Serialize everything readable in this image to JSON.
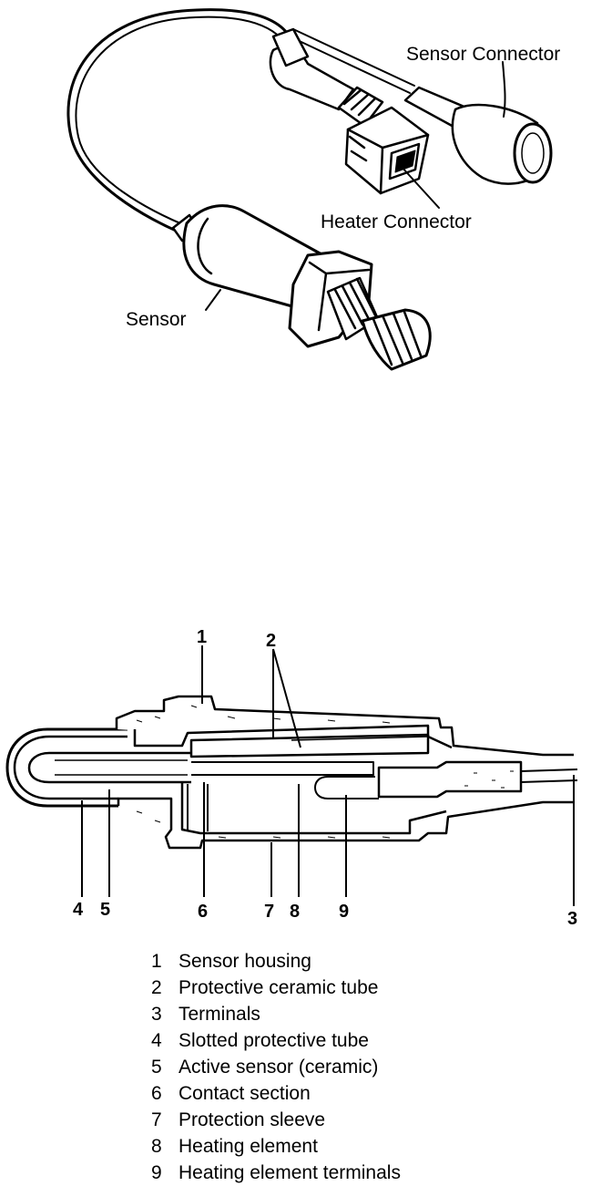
{
  "top_figure": {
    "labels": {
      "sensor_connector": "Sensor Connector",
      "heater_connector": "Heater Connector",
      "sensor": "Sensor"
    }
  },
  "bottom_figure": {
    "callouts": {
      "n1": "1",
      "n2": "2",
      "n3": "3",
      "n4": "4",
      "n5": "5",
      "n6": "6",
      "n7": "7",
      "n8": "8",
      "n9": "9"
    }
  },
  "legend": [
    {
      "num": "1",
      "text": "Sensor housing"
    },
    {
      "num": "2",
      "text": "Protective ceramic tube"
    },
    {
      "num": "3",
      "text": "Terminals"
    },
    {
      "num": "4",
      "text": "Slotted protective tube"
    },
    {
      "num": "5",
      "text": "Active sensor (ceramic)"
    },
    {
      "num": "6",
      "text": "Contact section"
    },
    {
      "num": "7",
      "text": "Protection sleeve"
    },
    {
      "num": "8",
      "text": "Heating element"
    },
    {
      "num": "9",
      "text": "Heating element terminals"
    }
  ]
}
